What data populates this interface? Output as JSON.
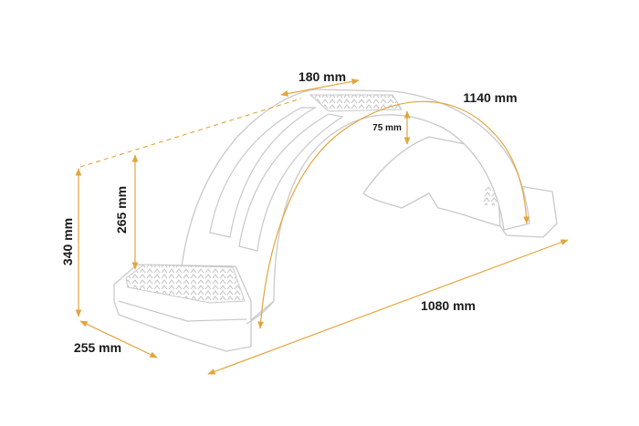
{
  "dimensions": {
    "top_width": "180 mm",
    "arc_length": "1140 mm",
    "inner_depth": "75 mm",
    "step_height": "265 mm",
    "total_height": "340 mm",
    "base_width": "255 mm",
    "length": "1080 mm"
  },
  "colors": {
    "dimension_line": "#e3a53c",
    "outline": "#c9c9c9",
    "label_text": "#1a1a1a"
  }
}
